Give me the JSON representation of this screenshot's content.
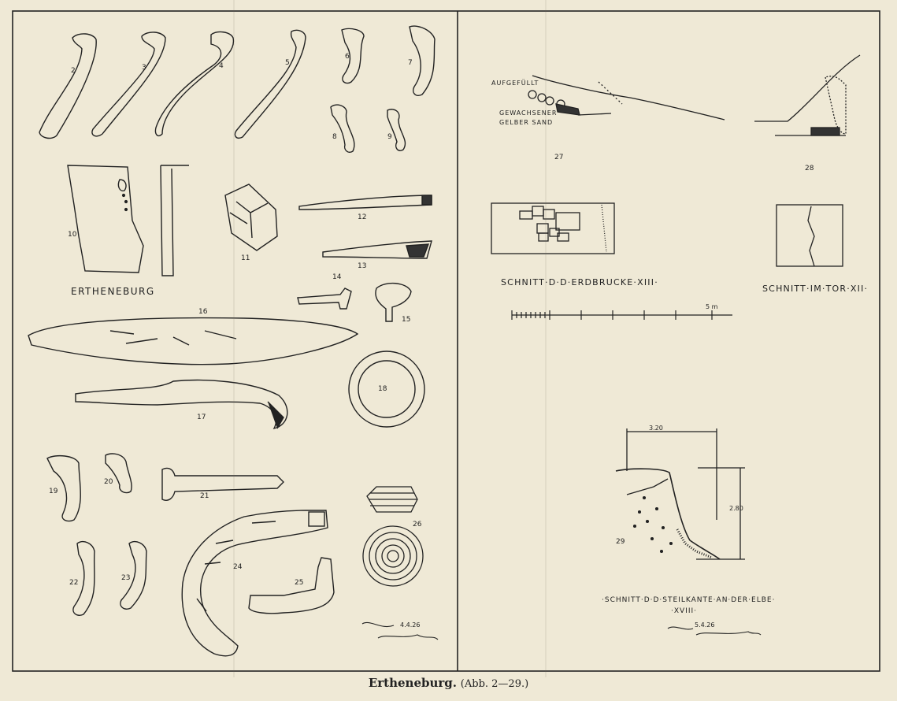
{
  "plate": {
    "caption_title": "Ertheneburg.",
    "caption_figs": "(Abb. 2—29.)",
    "left_label": "ERTHENEBURG"
  },
  "figure_numbers": [
    "2",
    "3",
    "4",
    "5",
    "6",
    "7",
    "8",
    "9",
    "10",
    "11",
    "12",
    "13",
    "14",
    "15",
    "16",
    "17",
    "18",
    "19",
    "20",
    "21",
    "22",
    "23",
    "24",
    "25",
    "26",
    "27",
    "28",
    "29"
  ],
  "sections": {
    "fig27_label_top": "AUFGEFÜLLT",
    "fig27_label_mid": "GEWACHSENER",
    "fig27_label_bot": "GELBER SAND",
    "schnitt_erdbrucke": "SCHNITT·D·D·ERDBRUCKE·XIII·",
    "schnitt_tor": "SCHNITT·IM·TOR·XII·",
    "schnitt_elbe_line1": "·SCHNITT·D·D·STEILKANTE·AN·DER·ELBE·",
    "schnitt_elbe_line2": "·XVIII·",
    "scale_label": "5 m",
    "dim_width": "3.20",
    "dim_height": "2.80"
  },
  "signatures": {
    "left_date": "4.4.26",
    "right_date": "5.4.26"
  }
}
